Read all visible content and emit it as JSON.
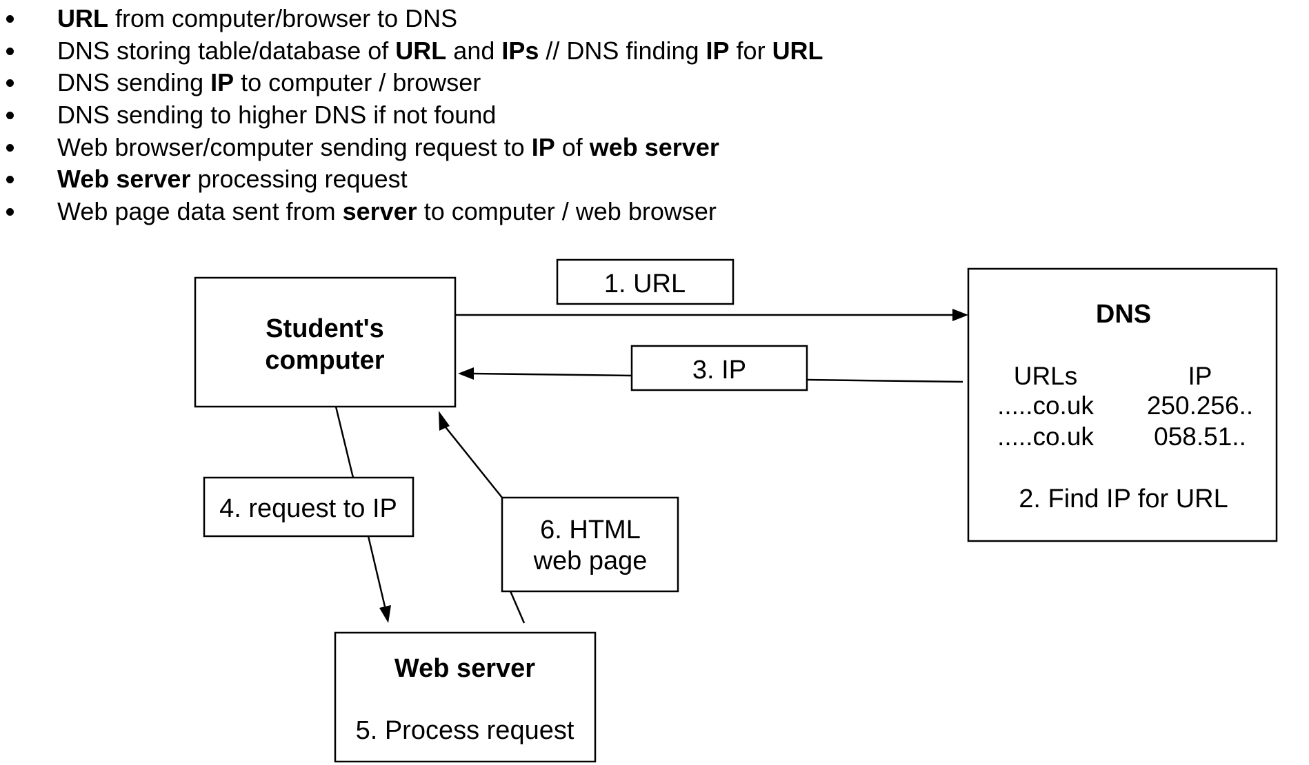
{
  "bullets": [
    [
      {
        "text": "URL",
        "bold": true
      },
      {
        "text": " from computer/browser to DNS",
        "bold": false
      }
    ],
    [
      {
        "text": "DNS storing table/database of ",
        "bold": false
      },
      {
        "text": "URL",
        "bold": true
      },
      {
        "text": " and ",
        "bold": false
      },
      {
        "text": "IPs",
        "bold": true
      },
      {
        "text": " // DNS finding ",
        "bold": false
      },
      {
        "text": "IP",
        "bold": true
      },
      {
        "text": " for ",
        "bold": false
      },
      {
        "text": "URL",
        "bold": true
      }
    ],
    [
      {
        "text": "DNS sending ",
        "bold": false
      },
      {
        "text": "IP",
        "bold": true
      },
      {
        "text": " to computer / browser",
        "bold": false
      }
    ],
    [
      {
        "text": "DNS sending to higher DNS if not found",
        "bold": false
      }
    ],
    [
      {
        "text": "Web browser/computer sending request to ",
        "bold": false
      },
      {
        "text": "IP",
        "bold": true
      },
      {
        "text": " of ",
        "bold": false
      },
      {
        "text": "web server",
        "bold": true
      }
    ],
    [
      {
        "text": "Web server",
        "bold": true
      },
      {
        "text": " processing request",
        "bold": false
      }
    ],
    [
      {
        "text": "Web page data sent from ",
        "bold": false
      },
      {
        "text": "server",
        "bold": true
      },
      {
        "text": " to computer / web browser",
        "bold": false
      }
    ]
  ],
  "diagram": {
    "student_computer": {
      "line1": "Student's",
      "line2": "computer"
    },
    "dns": {
      "title": "DNS",
      "col_urls": "URLs",
      "col_ip": "IP",
      "rows": [
        {
          "url": ".....co.uk",
          "ip": "250.256.."
        },
        {
          "url": ".....co.uk",
          "ip": "058.51.."
        }
      ],
      "step": "2. Find IP for URL"
    },
    "web_server": {
      "title": "Web server",
      "step": "5. Process request"
    },
    "labels": {
      "url": "1. URL",
      "ip": "3. IP",
      "request": "4. request to IP",
      "html_line1": "6. HTML",
      "html_line2": "web page"
    }
  }
}
